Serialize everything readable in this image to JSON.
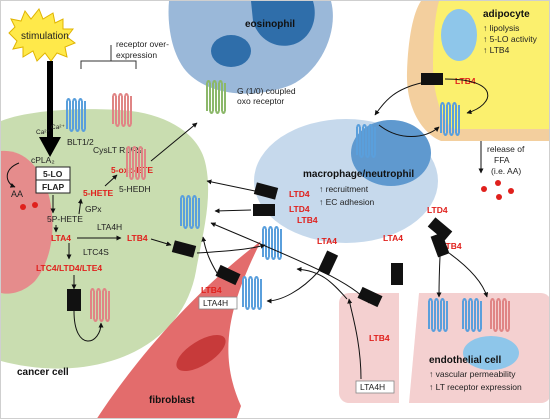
{
  "colors": {
    "cancer_cell": "#c9ddb0",
    "cancer_nucleus": "#e58c8c",
    "eosinophil": "#9ab8d9",
    "eosinophil_nucleus": "#2f6eaa",
    "adipocyte_outer": "#f3cf9e",
    "adipocyte_inner": "#fbf06e",
    "adipocyte_nucleus": "#8ec6ea",
    "macrophage": "#c6d9ec",
    "macrophage_nucleus": "#5f99cf",
    "endothelial": "#f4d0d0",
    "endothelial_nucleus": "#8ec6ea",
    "fibroblast": "#e36c6c",
    "fibroblast_nucleus": "#c73a3a",
    "accent_red": "#e0201c",
    "receptor_blue": "#5a9fdc",
    "receptor_red": "#e08585",
    "receptor_green": "#8cb86a",
    "stimulation_burst": "#ffe94a"
  },
  "icons": {
    "stimulation": "starburst-icon",
    "transporter": "black-transporter-block-icon",
    "receptor": "seven-transmembrane-receptor-icon",
    "ffa": "red-dot-icon"
  },
  "labels": {
    "stimulation": "stimulation",
    "receptor_over_expression": "receptor over-\nexpression",
    "eosinophil": "eosinophil",
    "oxo_receptor": "G (1/0) coupled\noxo receptor",
    "adipocyte": "adipocyte",
    "adipocyte_effects": [
      "↑ lipolysis",
      "↑ 5-LO activity",
      "↑ LTB4"
    ],
    "ca_1": "Ca²⁺",
    "ca_2": "Ca²⁺",
    "blt": "BLT1/2",
    "cyslt": "CysLT R1/R2",
    "cpla2": "cPLA₂",
    "aa": "AA",
    "five_lo": "5-LO",
    "flap": "FLAP",
    "five_hete": "5-HETE",
    "five_oxo_ete": "5-oxo-ETE",
    "five_hedh": "5-HEDH",
    "gpx": "GPx",
    "five_p_hete": "5P-HETE",
    "lta4": "LTA4",
    "lta4h": "LTA4H",
    "ltb4": "LTB4",
    "ltc4s": "LTC4S",
    "ltc4_ltd4_lte4": "LTC4/LTD4/LTE4",
    "cancer_cell": "cancer cell",
    "macrophage": "macrophage/neutrophil",
    "macrophage_effects": [
      "↑ recruitment",
      "↑ EC adhesion"
    ],
    "ltb4_adipocyte": "LTB4",
    "ltd4_a": "LTD4",
    "ltd4_b": "LTD4",
    "ltb4_c": "LTB4",
    "ltd4_right": "LTD4",
    "ltb4_right": "LTB4",
    "lta4_mac": "LTA4",
    "lta4_mid": "LTA4",
    "ltb4_fibro": "LTB4",
    "lta4h_fibro": "LTA4H",
    "fibroblast": "fibroblast",
    "ltb4_endo": "LTB4",
    "lta4h_endo": "LTA4H",
    "release_ffa": "release of\nFFA\n(i.e. AA)",
    "endothelial": "endothelial cell",
    "endothelial_effects": [
      "↑ vascular permeability",
      "↑ LT receptor expression"
    ]
  }
}
